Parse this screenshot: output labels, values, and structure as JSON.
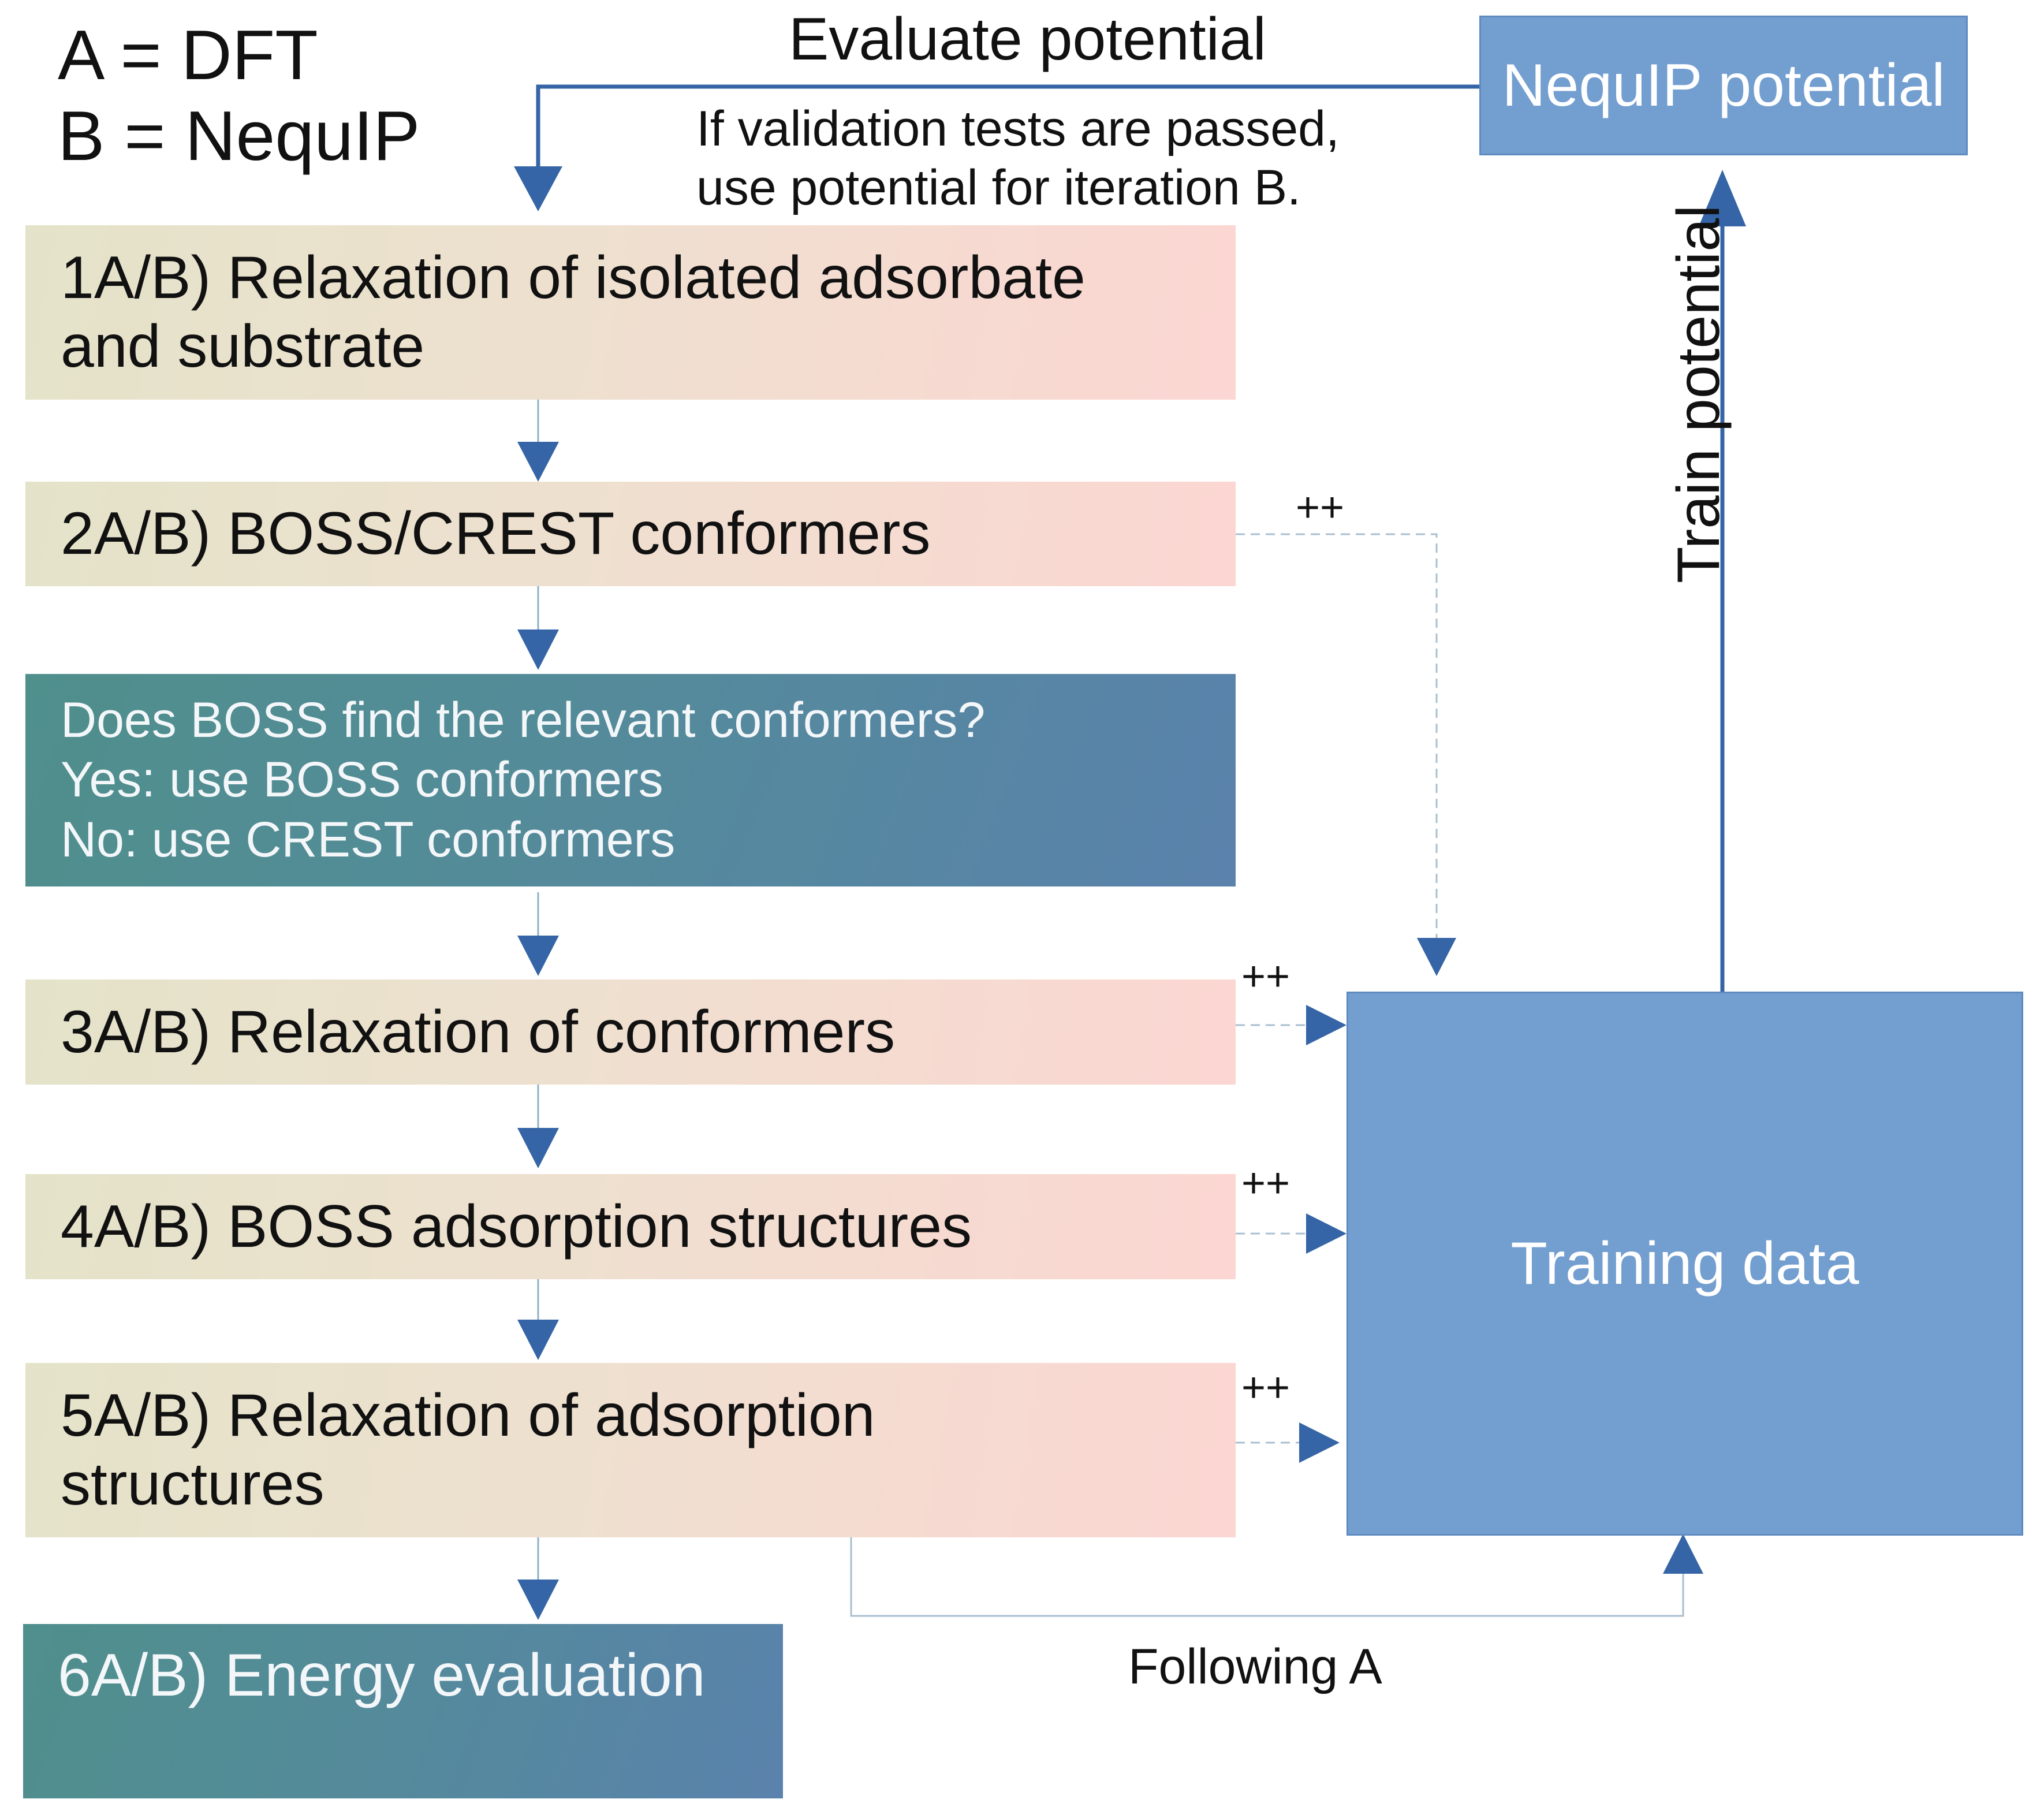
{
  "legend": {
    "line_a": "A = DFT",
    "line_b": "B = NequIP"
  },
  "loop": {
    "evaluate_label": "Evaluate potential",
    "validation_line1": "If validation tests are passed,",
    "validation_line2": "use potential for iteration B.",
    "train_label": "Train potential",
    "following_label": "Following A"
  },
  "nodes": {
    "nequip_potential": "NequIP potential",
    "training_data": "Training data",
    "step1_line1": "1A/B) Relaxation of isolated adsorbate",
    "step1_line2": "and substrate",
    "step2": "2A/B) BOSS/CREST conformers",
    "decision_line1": "Does BOSS find the relevant conformers?",
    "decision_line2": "Yes: use BOSS conformers",
    "decision_line3": "No: use CREST conformers",
    "step3": "3A/B) Relaxation of conformers",
    "step4": "4A/B) BOSS adsorption structures",
    "step5_line1": "5A/B) Relaxation of adsorption",
    "step5_line2": "structures",
    "step6": "6A/B) Energy evaluation"
  },
  "edge_labels": {
    "plus": "++"
  },
  "colors": {
    "arrow": "#3565a6",
    "connector": "#8fb0c6",
    "blue_box": "#739ed0",
    "teal_start": "#4f8f8c",
    "teal_end": "#5a82ac",
    "pink_start": "#e4e3c9",
    "pink_end": "#fcd6d2"
  }
}
